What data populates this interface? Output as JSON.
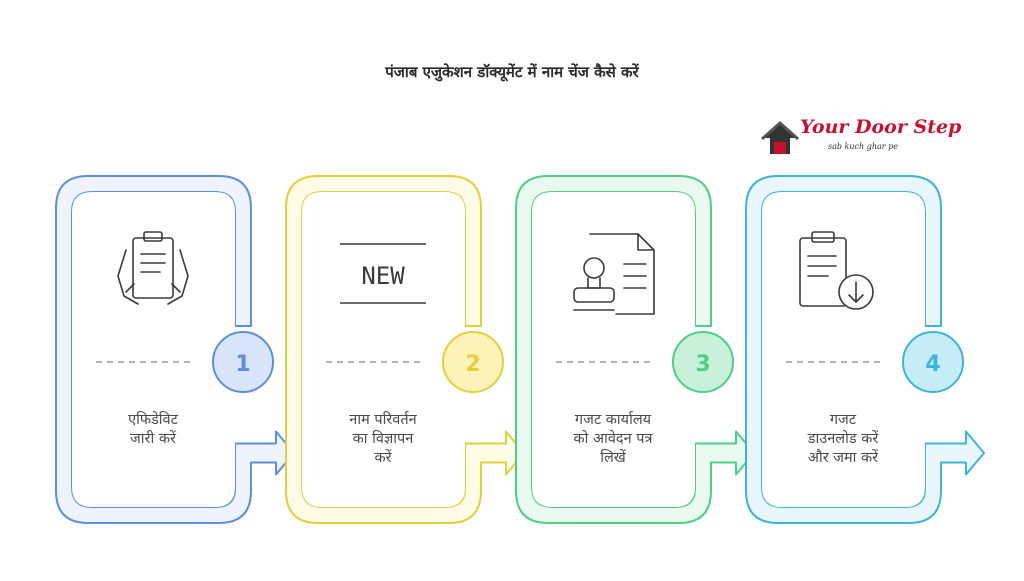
{
  "title": "पंजाब एजुकेशन डॉक्यूमेंट में नाम चेंज कैसे करें",
  "logo": {
    "name": "Your Door Step",
    "tagline": "sab kuch ghar pe"
  },
  "steps": [
    {
      "number": "1",
      "lines": [
        "एफिडेविट",
        "जारी करें"
      ],
      "icon": "clipboard-hands-icon",
      "color": "#5b8fe0",
      "light": "#eef3fd",
      "circle": "#d8e5fb"
    },
    {
      "number": "2",
      "lines": [
        "नाम परिवर्तन",
        "का विज्ञापन",
        "करें"
      ],
      "icon": "new-banner-icon",
      "icon_text": "NEW",
      "color": "#e4cf3a",
      "light": "#fefbe6",
      "circle": "#fbf3b8"
    },
    {
      "number": "3",
      "lines": [
        "गजट कार्यालय",
        "को आवेदन पत्र",
        "लिखें"
      ],
      "icon": "stamp-document-icon",
      "color": "#4fcf86",
      "light": "#ebfaf1",
      "circle": "#c9f0d9"
    },
    {
      "number": "4",
      "lines": [
        "गजट",
        "डाउनलोड करें",
        "और जमा करें"
      ],
      "icon": "clipboard-download-icon",
      "color": "#3bb5da",
      "light": "#e9f7fc",
      "circle": "#c6ecf8"
    }
  ]
}
